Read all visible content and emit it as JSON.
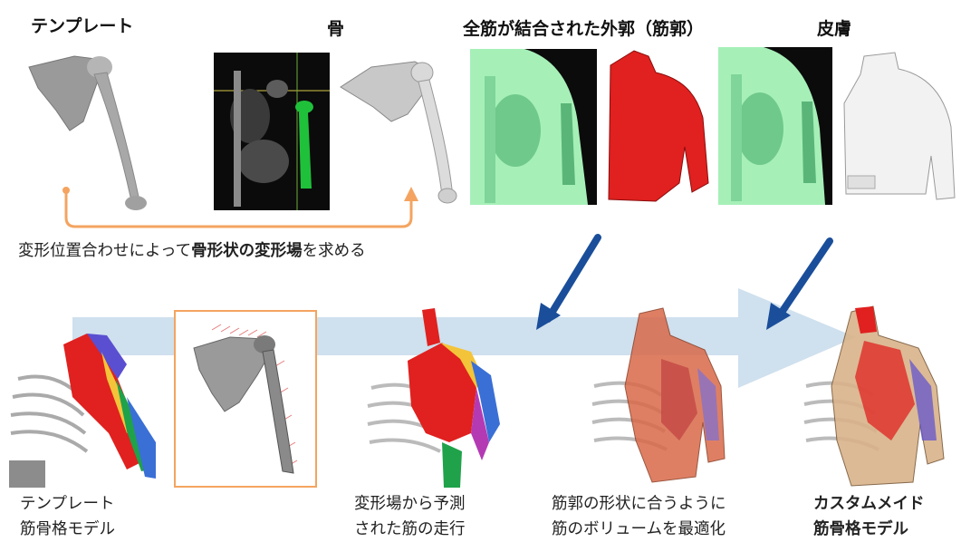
{
  "headers": {
    "template": "テンプレート",
    "bone": "骨",
    "outline": "全筋が結合された外郭（筋郭）",
    "skin": "皮膚"
  },
  "registration": {
    "pre": "変形位置合わせによって",
    "bold": "骨形状の変形場",
    "post": "を求める"
  },
  "captions": {
    "template_model": [
      "テンプレート",
      "筋骨格モデル"
    ],
    "predicted_path": [
      "変形場から予測",
      "された筋の走行"
    ],
    "optimize": [
      "筋郭の形状に合うように",
      "筋のボリュームを最適化"
    ],
    "custom_model": [
      "カスタムメイド",
      "筋骨格モデル"
    ]
  },
  "colors": {
    "orange": "#f4a460",
    "blue_arrow": "#1a4e9a",
    "band": "#cfe0ee",
    "muscle_red": "#e0211f",
    "ct_green": "#a6f0b8"
  }
}
